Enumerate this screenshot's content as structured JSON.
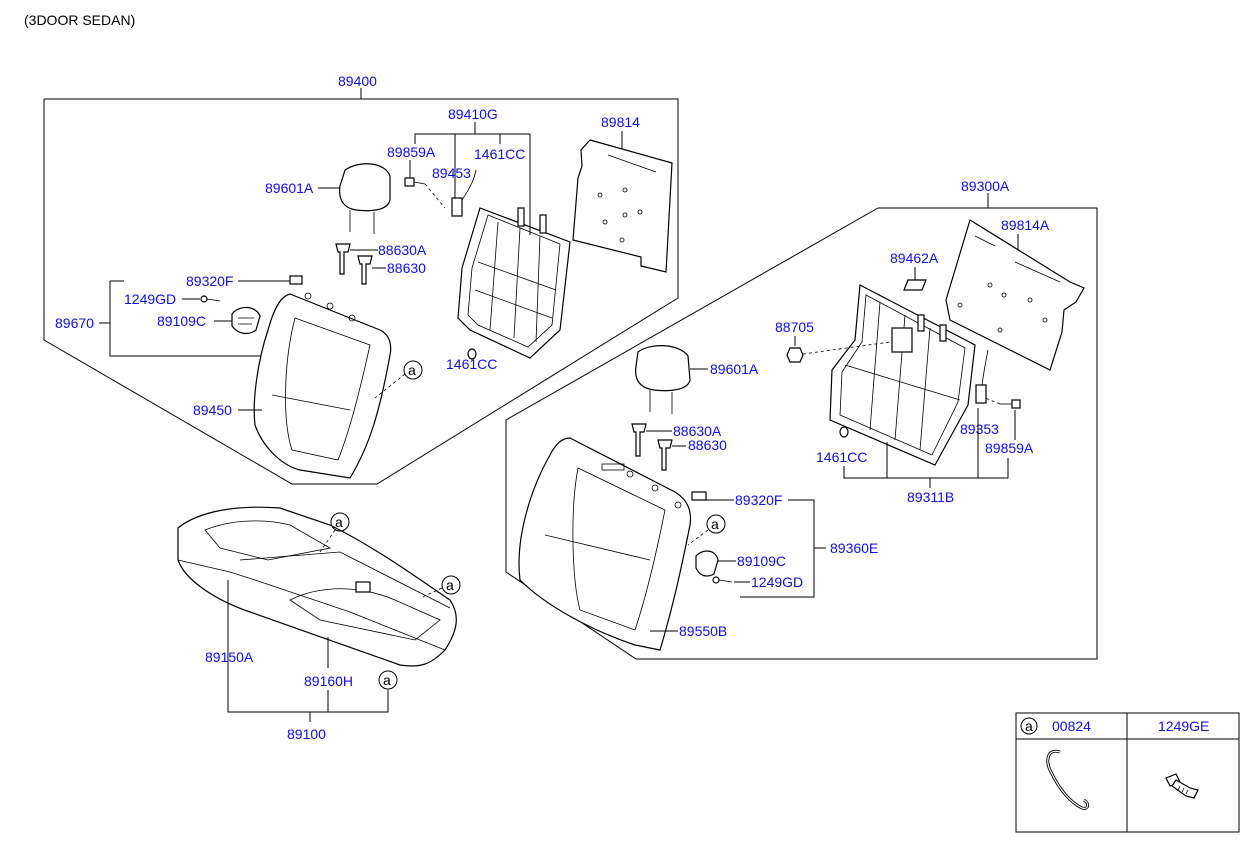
{
  "title": "(3DOOR SEDAN)",
  "callout_ref": {
    "letter": "a",
    "items": [
      "00824",
      "1249GE"
    ]
  },
  "labels": {
    "p89400": "89400",
    "p89410G": "89410G",
    "p89814": "89814",
    "p89859A_l": "89859A",
    "p1461CC_top": "1461CC",
    "p89453": "89453",
    "p89601A_l": "89601A",
    "p88630A_l": "88630A",
    "p88630_l": "88630",
    "p89320F_l": "89320F",
    "p1249GD_l": "1249GD",
    "p89670": "89670",
    "p89109C_l": "89109C",
    "p1461CC_l": "1461CC",
    "p89450": "89450",
    "p89300A": "89300A",
    "p89814A": "89814A",
    "p89462A": "89462A",
    "p88705": "88705",
    "p89601A_r": "89601A",
    "p88630A_r": "88630A",
    "p88630_r": "88630",
    "p89353": "89353",
    "p1461CC_r": "1461CC",
    "p89859A_r": "89859A",
    "p89311B": "89311B",
    "p89320F_r": "89320F",
    "p89360E": "89360E",
    "p89109C_r": "89109C",
    "p1249GD_r": "1249GD",
    "p89550B": "89550B",
    "p89150A": "89150A",
    "p89160H": "89160H",
    "p89100": "89100"
  },
  "icons": [
    "headrest-icon",
    "seat-frame-icon",
    "seat-back-cushion-icon",
    "seat-cushion-icon",
    "clip-icon",
    "screw-icon",
    "wire-hook-icon"
  ]
}
